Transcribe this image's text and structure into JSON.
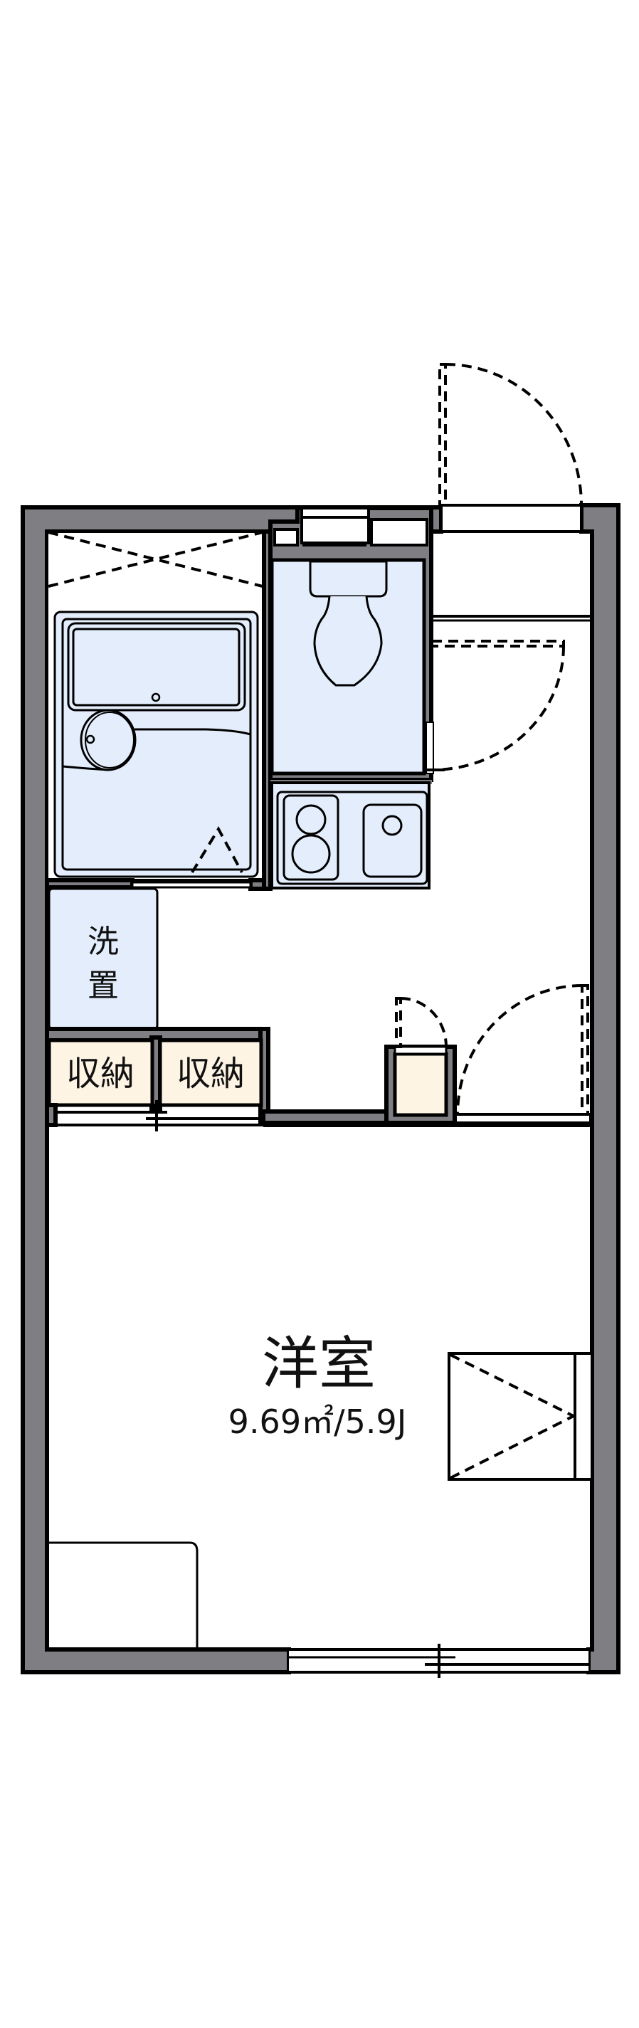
{
  "floorplan": {
    "colors": {
      "wall": "#7f7f83",
      "wet_area": "#e3edfb",
      "storage": "#fdf4e3",
      "floor": "#ffffff",
      "line": "#000000"
    },
    "rooms": {
      "main_room": {
        "name": "洋室",
        "area": "9.69㎡/5.9J"
      },
      "washer": {
        "label_line1": "洗",
        "label_line2": "置"
      },
      "storage_1": {
        "label": "収納"
      },
      "storage_2": {
        "label": "収納"
      }
    },
    "fixtures": [
      "unit-bath",
      "toilet",
      "kitchen-stove",
      "kitchen-sink",
      "washer-space",
      "closets",
      "desk",
      "bay-window"
    ]
  }
}
